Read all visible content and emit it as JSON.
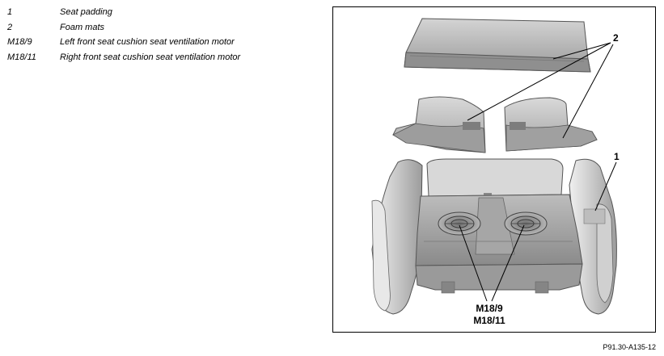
{
  "legend": [
    {
      "code": "1",
      "description": "Seat padding"
    },
    {
      "code": "2",
      "description": "Foam mats"
    },
    {
      "code": "M18/9",
      "description": "Left front seat cushion seat ventilation motor"
    },
    {
      "code": "M18/11",
      "description": "Right front seat cushion seat ventilation motor"
    }
  ],
  "figure": {
    "callout_1": "1",
    "callout_2": "2",
    "callout_m18_9": "M18/9",
    "callout_m18_11": "M18/11"
  },
  "caption": "P91.30-A135-12"
}
